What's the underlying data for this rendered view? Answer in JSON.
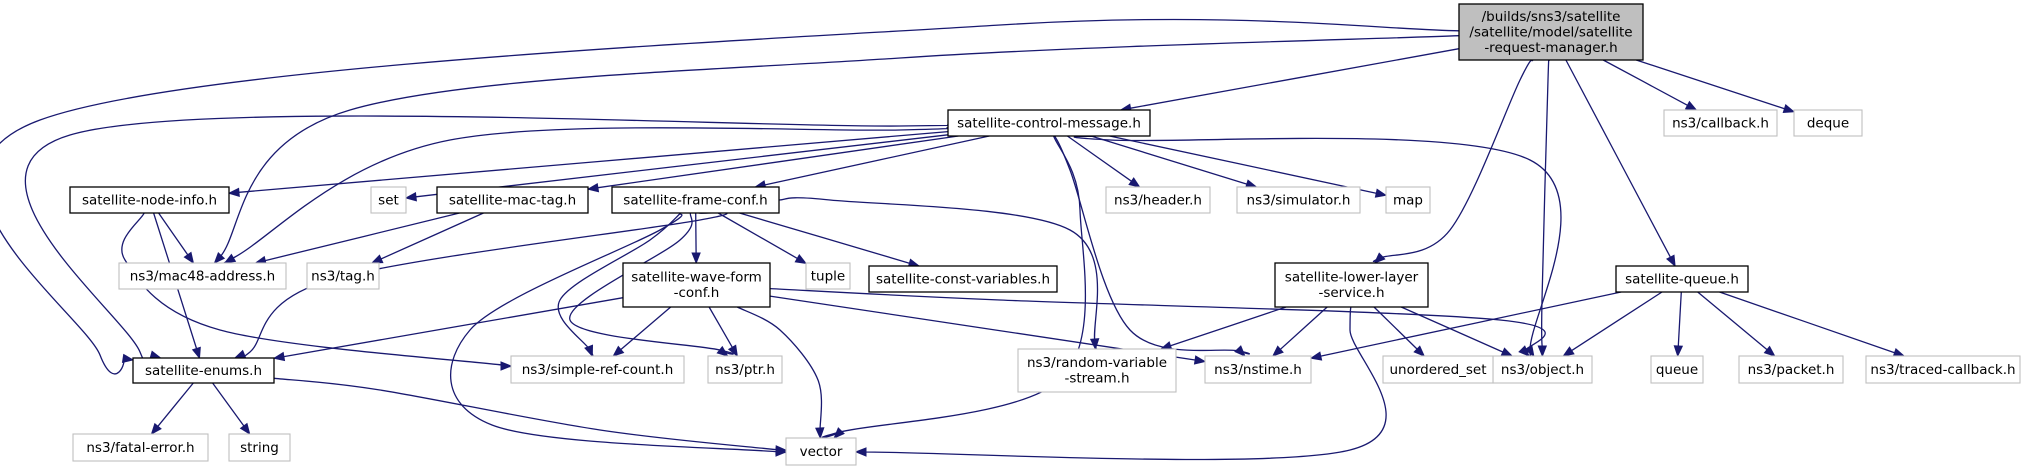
{
  "nodes": [
    {
      "id": "root",
      "kind": "root",
      "lines": [
        "/builds/sns3/satellite",
        "/satellite/model/satellite",
        "-request-manager.h"
      ]
    },
    {
      "id": "enums",
      "kind": "local",
      "lines": [
        "satellite-enums.h"
      ]
    },
    {
      "id": "control",
      "kind": "local",
      "lines": [
        "satellite-control-message.h"
      ]
    },
    {
      "id": "lower",
      "kind": "local",
      "lines": [
        "satellite-lower-layer",
        "-service.h"
      ]
    },
    {
      "id": "object",
      "kind": "ext",
      "lines": [
        "ns3/object.h"
      ]
    },
    {
      "id": "queueh",
      "kind": "local",
      "lines": [
        "satellite-queue.h"
      ]
    },
    {
      "id": "callback",
      "kind": "ext",
      "lines": [
        "ns3/callback.h"
      ]
    },
    {
      "id": "deque",
      "kind": "ext",
      "lines": [
        "deque"
      ]
    },
    {
      "id": "nodeinfo",
      "kind": "local",
      "lines": [
        "satellite-node-info.h"
      ]
    },
    {
      "id": "set",
      "kind": "ext",
      "lines": [
        "set"
      ]
    },
    {
      "id": "mactag",
      "kind": "local",
      "lines": [
        "satellite-mac-tag.h"
      ]
    },
    {
      "id": "frameconf",
      "kind": "local",
      "lines": [
        "satellite-frame-conf.h"
      ]
    },
    {
      "id": "header",
      "kind": "ext",
      "lines": [
        "ns3/header.h"
      ]
    },
    {
      "id": "simulator",
      "kind": "ext",
      "lines": [
        "ns3/simulator.h"
      ]
    },
    {
      "id": "map",
      "kind": "ext",
      "lines": [
        "map"
      ]
    },
    {
      "id": "mac48",
      "kind": "ext",
      "lines": [
        "ns3/mac48-address.h"
      ]
    },
    {
      "id": "tag",
      "kind": "ext",
      "lines": [
        "ns3/tag.h"
      ]
    },
    {
      "id": "waveform",
      "kind": "local",
      "lines": [
        "satellite-wave-form",
        "-conf.h"
      ]
    },
    {
      "id": "tuple",
      "kind": "ext",
      "lines": [
        "tuple"
      ]
    },
    {
      "id": "constvars",
      "kind": "local",
      "lines": [
        "satellite-const-variables.h"
      ]
    },
    {
      "id": "simpleref",
      "kind": "ext",
      "lines": [
        "ns3/simple-ref-count.h"
      ]
    },
    {
      "id": "ptr",
      "kind": "ext",
      "lines": [
        "ns3/ptr.h"
      ]
    },
    {
      "id": "randvar",
      "kind": "ext",
      "lines": [
        "ns3/random-variable",
        "-stream.h"
      ]
    },
    {
      "id": "nstime",
      "kind": "ext",
      "lines": [
        "ns3/nstime.h"
      ]
    },
    {
      "id": "unordered",
      "kind": "ext",
      "lines": [
        "unordered_set"
      ]
    },
    {
      "id": "queue",
      "kind": "ext",
      "lines": [
        "queue"
      ]
    },
    {
      "id": "packet",
      "kind": "ext",
      "lines": [
        "ns3/packet.h"
      ]
    },
    {
      "id": "traced",
      "kind": "ext",
      "lines": [
        "ns3/traced-callback.h"
      ]
    },
    {
      "id": "fatal",
      "kind": "ext",
      "lines": [
        "ns3/fatal-error.h"
      ]
    },
    {
      "id": "string",
      "kind": "ext",
      "lines": [
        "string"
      ]
    },
    {
      "id": "vector",
      "kind": "ext",
      "lines": [
        "vector"
      ]
    }
  ],
  "edges": [
    {
      "from": "root",
      "to": "enums"
    },
    {
      "from": "root",
      "to": "control"
    },
    {
      "from": "root",
      "to": "mac48"
    },
    {
      "from": "root",
      "to": "lower"
    },
    {
      "from": "root",
      "to": "object"
    },
    {
      "from": "root",
      "to": "queueh"
    },
    {
      "from": "root",
      "to": "callback"
    },
    {
      "from": "root",
      "to": "deque"
    },
    {
      "from": "control",
      "to": "enums"
    },
    {
      "from": "control",
      "to": "nodeinfo"
    },
    {
      "from": "control",
      "to": "mac48"
    },
    {
      "from": "control",
      "to": "set"
    },
    {
      "from": "control",
      "to": "mactag"
    },
    {
      "from": "control",
      "to": "frameconf"
    },
    {
      "from": "control",
      "to": "header"
    },
    {
      "from": "control",
      "to": "simulator"
    },
    {
      "from": "control",
      "to": "map"
    },
    {
      "from": "control",
      "to": "vector"
    },
    {
      "from": "control",
      "to": "nstime"
    },
    {
      "from": "control",
      "to": "object"
    },
    {
      "from": "nodeinfo",
      "to": "mac48"
    },
    {
      "from": "nodeinfo",
      "to": "enums"
    },
    {
      "from": "nodeinfo",
      "to": "simpleref"
    },
    {
      "from": "mactag",
      "to": "mac48"
    },
    {
      "from": "mactag",
      "to": "tag"
    },
    {
      "from": "frameconf",
      "to": "enums"
    },
    {
      "from": "frameconf",
      "to": "waveform"
    },
    {
      "from": "frameconf",
      "to": "tuple"
    },
    {
      "from": "frameconf",
      "to": "constvars"
    },
    {
      "from": "frameconf",
      "to": "simpleref"
    },
    {
      "from": "frameconf",
      "to": "ptr"
    },
    {
      "from": "frameconf",
      "to": "randvar"
    },
    {
      "from": "frameconf",
      "to": "vector"
    },
    {
      "from": "waveform",
      "to": "enums"
    },
    {
      "from": "waveform",
      "to": "simpleref"
    },
    {
      "from": "waveform",
      "to": "ptr"
    },
    {
      "from": "waveform",
      "to": "vector"
    },
    {
      "from": "waveform",
      "to": "nstime"
    },
    {
      "from": "waveform",
      "to": "object"
    },
    {
      "from": "lower",
      "to": "randvar"
    },
    {
      "from": "lower",
      "to": "nstime"
    },
    {
      "from": "lower",
      "to": "unordered"
    },
    {
      "from": "lower",
      "to": "object"
    },
    {
      "from": "lower",
      "to": "vector"
    },
    {
      "from": "queueh",
      "to": "nstime"
    },
    {
      "from": "queueh",
      "to": "object"
    },
    {
      "from": "queueh",
      "to": "queue"
    },
    {
      "from": "queueh",
      "to": "packet"
    },
    {
      "from": "queueh",
      "to": "traced"
    },
    {
      "from": "enums",
      "to": "fatal"
    },
    {
      "from": "enums",
      "to": "string"
    },
    {
      "from": "enums",
      "to": "vector"
    }
  ]
}
